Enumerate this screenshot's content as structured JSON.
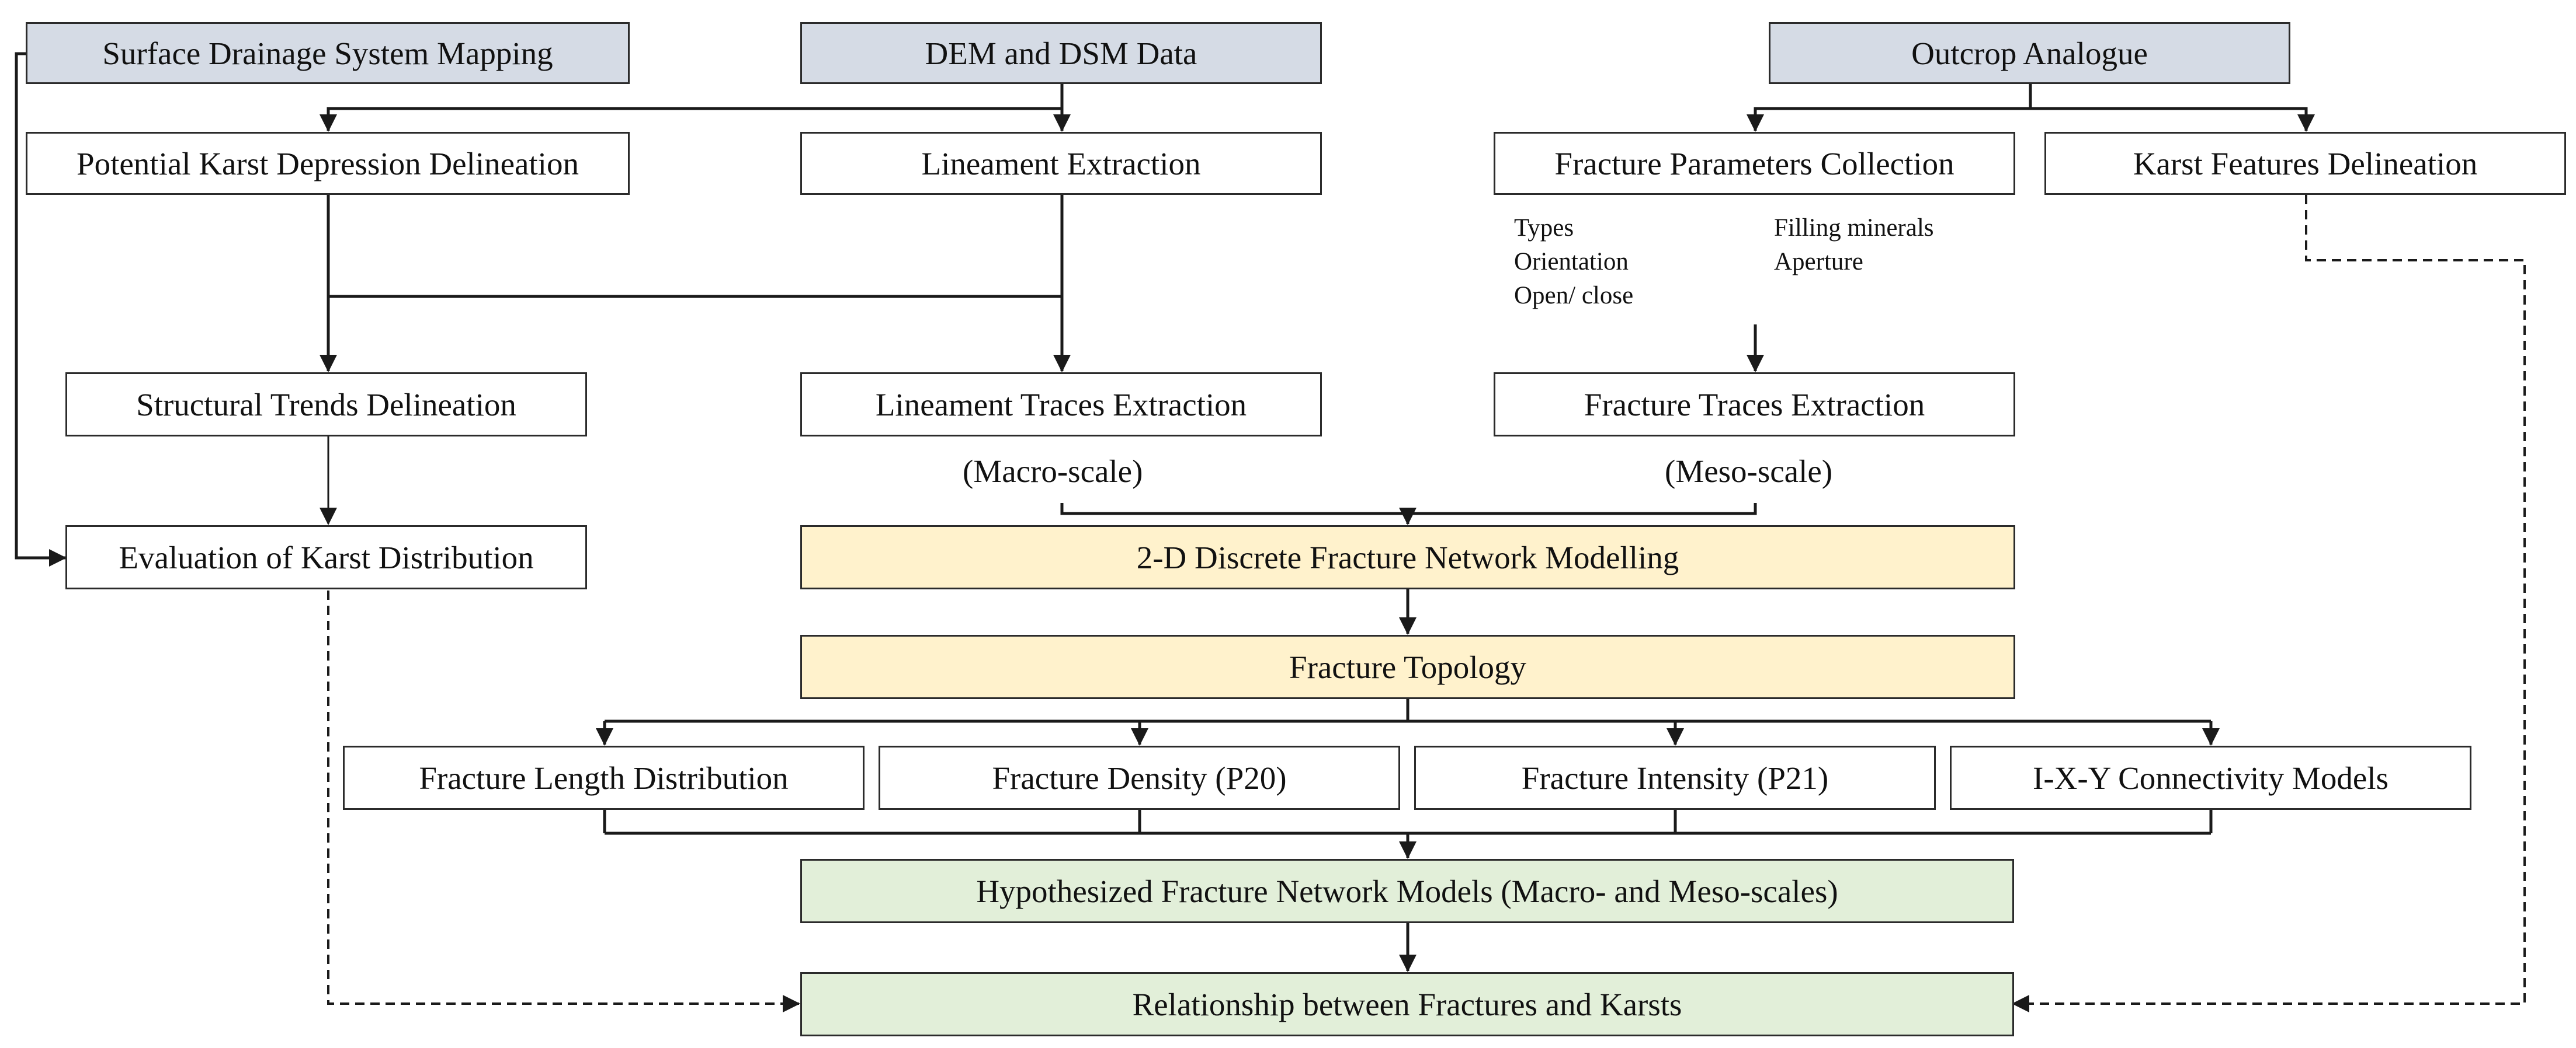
{
  "colors": {
    "input": "#d5dbe5",
    "process": "#ffffff",
    "modelling": "#fff2cc",
    "result": "#e2efd9",
    "line": "#1a1a1a"
  },
  "nodes": {
    "surface_drainage": "Surface Drainage System Mapping",
    "dem_dsm": "DEM and DSM Data",
    "outcrop": "Outcrop Analogue",
    "karst_depression": "Potential Karst Depression Delineation",
    "lineament_extraction": "Lineament Extraction",
    "fracture_params": "Fracture Parameters Collection",
    "karst_features": "Karst Features Delineation",
    "structural_trends": "Structural Trends Delineation",
    "lineament_traces": "Lineament Traces Extraction",
    "fracture_traces": "Fracture Traces Extraction",
    "karst_distribution": "Evaluation of Karst Distribution",
    "dfn_modelling": "2-D Discrete Fracture Network Modelling",
    "fracture_topology": "Fracture Topology",
    "length_distribution": "Fracture Length Distribution",
    "density": "Fracture Density (P20)",
    "intensity": "Fracture Intensity (P21)",
    "connectivity": "I-X-Y Connectivity Models",
    "hypothesized_models": "Hypothesized Fracture Network Models (Macro- and Meso-scales)",
    "relationship": "Relationship between Fractures and Karsts"
  },
  "parameters": {
    "types": "Types",
    "orientation": "Orientation",
    "open_close": "Open/ close",
    "filling": "Filling minerals",
    "aperture": "Aperture"
  },
  "scales": {
    "macro": "(Macro-scale)",
    "meso": "(Meso-scale)"
  }
}
